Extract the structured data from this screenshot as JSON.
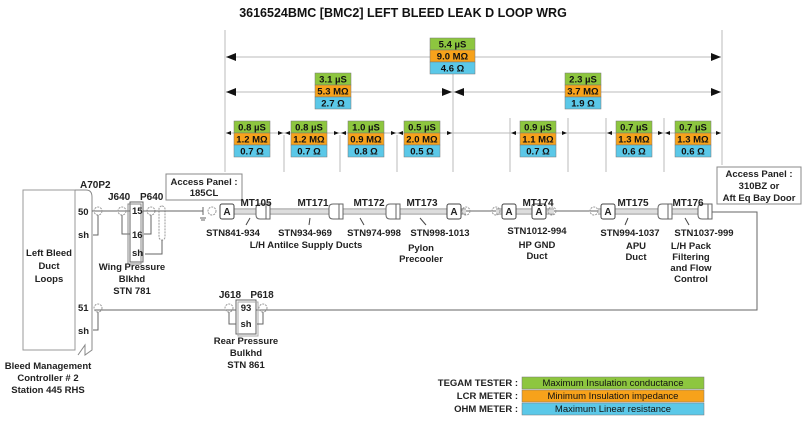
{
  "title": "3616524BMC [BMC2] LEFT BLEED LEAK D LOOP WRG",
  "colors": {
    "conductance": "#8dc63f",
    "impedance": "#f7a21b",
    "resistance": "#5bc8e8"
  },
  "measurements": {
    "total": {
      "conductance": "5.4 µS",
      "impedance": "9.0 MΩ",
      "resistance": "4.6 Ω"
    },
    "left_section": {
      "conductance": "3.1 µS",
      "impedance": "5.3 MΩ",
      "resistance": "2.7 Ω"
    },
    "right_section": {
      "conductance": "2.3 µS",
      "impedance": "3.7 MΩ",
      "resistance": "1.9 Ω"
    },
    "segments": [
      {
        "id": "MT105",
        "conductance": "0.8 µS",
        "impedance": "1.2 MΩ",
        "resistance": "0.7 Ω"
      },
      {
        "id": "MT171",
        "conductance": "0.8 µS",
        "impedance": "1.2 MΩ",
        "resistance": "0.7 Ω"
      },
      {
        "id": "MT172",
        "conductance": "1.0 µS",
        "impedance": "0.9 MΩ",
        "resistance": "0.8 Ω"
      },
      {
        "id": "MT173",
        "conductance": "0.5 µS",
        "impedance": "2.0 MΩ",
        "resistance": "0.5 Ω"
      },
      {
        "id": "MT174",
        "conductance": "0.9 µS",
        "impedance": "1.1 MΩ",
        "resistance": "0.7 Ω"
      },
      {
        "id": "MT175",
        "conductance": "0.7 µS",
        "impedance": "1.3 MΩ",
        "resistance": "0.6 Ω"
      },
      {
        "id": "MT176",
        "conductance": "0.7 µS",
        "impedance": "1.3 MΩ",
        "resistance": "0.6 Ω"
      }
    ]
  },
  "controller": {
    "box_label": [
      "Left Bleed",
      "Duct",
      "Loops"
    ],
    "connector": "A70P2",
    "pins": [
      "50",
      "sh",
      "51",
      "sh"
    ],
    "caption": [
      "Bleed Management",
      "Controller # 2",
      "Station 445 RHS"
    ]
  },
  "wing_bulkhead": {
    "jack": "J640",
    "plug": "P640",
    "pins": [
      "15",
      "16",
      "sh"
    ],
    "caption": [
      "Wing Pressure",
      "Blkhd",
      "STN 781"
    ]
  },
  "rear_bulkhead": {
    "jack": "J618",
    "plug": "P618",
    "pins": [
      "93",
      "sh"
    ],
    "caption": [
      "Rear Pressure",
      "Bulkhd",
      "STN 861"
    ]
  },
  "access_panels": {
    "left": [
      "Access Panel :",
      "185CL"
    ],
    "right": [
      "Access Panel :",
      "310BZ or",
      "Aft Eq Bay Door"
    ]
  },
  "ducts": {
    "connector_label": "A",
    "stations": [
      "STN841-934",
      "STN934-969",
      "STN974-998",
      "STN998-1013",
      "STN1012-994",
      "STN994-1037",
      "STN1037-999"
    ],
    "groups": {
      "antiice": "L/H AntiIce Supply Ducts",
      "pylon": [
        "Pylon",
        "Precooler"
      ],
      "hpgnd": [
        "HP GND",
        "Duct"
      ],
      "apu": [
        "APU",
        "Duct"
      ],
      "pack": [
        "L/H Pack",
        "Filtering",
        "and Flow",
        "Control"
      ]
    }
  },
  "legend": [
    {
      "instrument": "TEGAM TESTER :",
      "description": "Maximum Insulation conductance"
    },
    {
      "instrument": "LCR METER :",
      "description": "Minimum Insulation impedance"
    },
    {
      "instrument": "OHM METER :",
      "description": "Maximum Linear resistance"
    }
  ]
}
